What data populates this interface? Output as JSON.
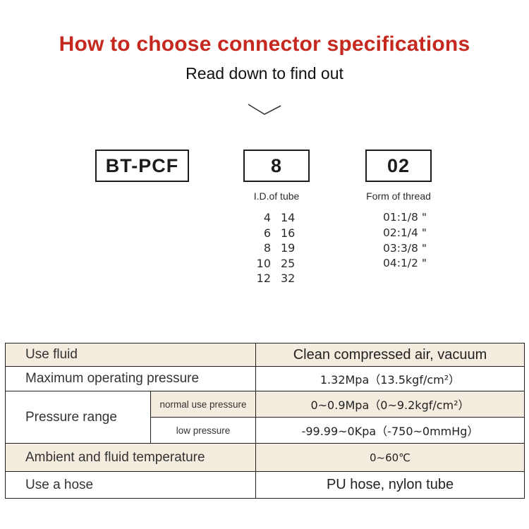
{
  "header": {
    "title": "How to choose connector specifications",
    "subtitle": "Read down to find out"
  },
  "codes": {
    "model": {
      "label": "BT-PCF"
    },
    "tube": {
      "label": "8",
      "caption": "I.D.of tube",
      "rows": [
        [
          "4",
          "14"
        ],
        [
          "6",
          "16"
        ],
        [
          "8",
          "19"
        ],
        [
          "10",
          "25"
        ],
        [
          "12",
          "32"
        ]
      ]
    },
    "thread": {
      "label": "02",
      "caption": "Form of thread",
      "options": [
        "01:1/8 \"",
        "02:1/4 \"",
        "03:3/8 \"",
        "04:1/2 \""
      ]
    }
  },
  "spec_table": {
    "rows": [
      {
        "label": "Use fluid",
        "value": "Clean compressed air, vacuum"
      },
      {
        "label": "Maximum operating pressure",
        "value": "1.32Mpa（13.5kgf/cm²）"
      },
      {
        "label": "Pressure range",
        "sub": [
          {
            "label": "normal use pressure",
            "value": "0~0.9Mpa（0~9.2kgf/cm²）"
          },
          {
            "label": "low pressure",
            "value": "-99.99~0Kpa（-750~0mmHg）"
          }
        ]
      },
      {
        "label": "Ambient and fluid temperature",
        "value": "0~60℃"
      },
      {
        "label": "Use a hose",
        "value": "PU hose, nylon tube"
      }
    ]
  },
  "colors": {
    "accent_red": "#c5281f",
    "row_beige": "#f4ecdf",
    "border": "#1f1f1f"
  }
}
